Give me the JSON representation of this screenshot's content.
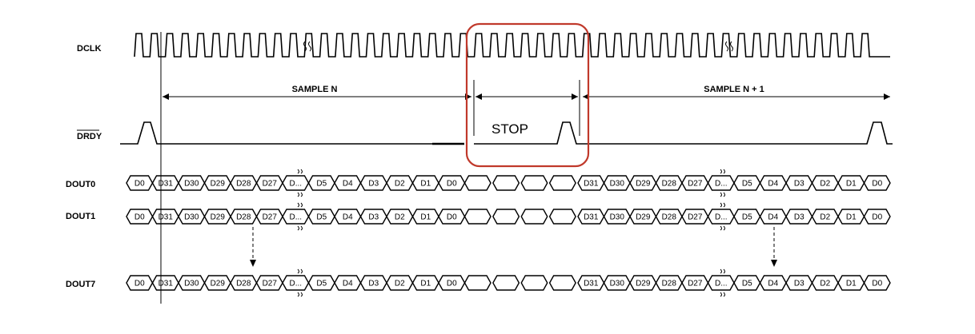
{
  "signals": {
    "dclk": "DCLK",
    "drdy": "DRDY",
    "dout0": "DOUT0",
    "dout1": "DOUT1",
    "dout7": "DOUT7"
  },
  "samples": {
    "sample_n": "SAMPLE N",
    "sample_n1": "SAMPLE N + 1"
  },
  "stop_label": "STOP",
  "bus_bits_a": [
    "D0",
    "D31",
    "D30",
    "D29",
    "D28",
    "D27",
    "D...",
    "D5",
    "D4",
    "D3",
    "D2",
    "D1",
    "D0"
  ],
  "bus_bits_b": [
    "D31",
    "D30",
    "D29",
    "D28",
    "D27",
    "D...",
    "D5",
    "D4",
    "D3",
    "D2",
    "D1",
    "D0"
  ],
  "colors": {
    "highlight": "#c0392b",
    "line": "#000000"
  }
}
